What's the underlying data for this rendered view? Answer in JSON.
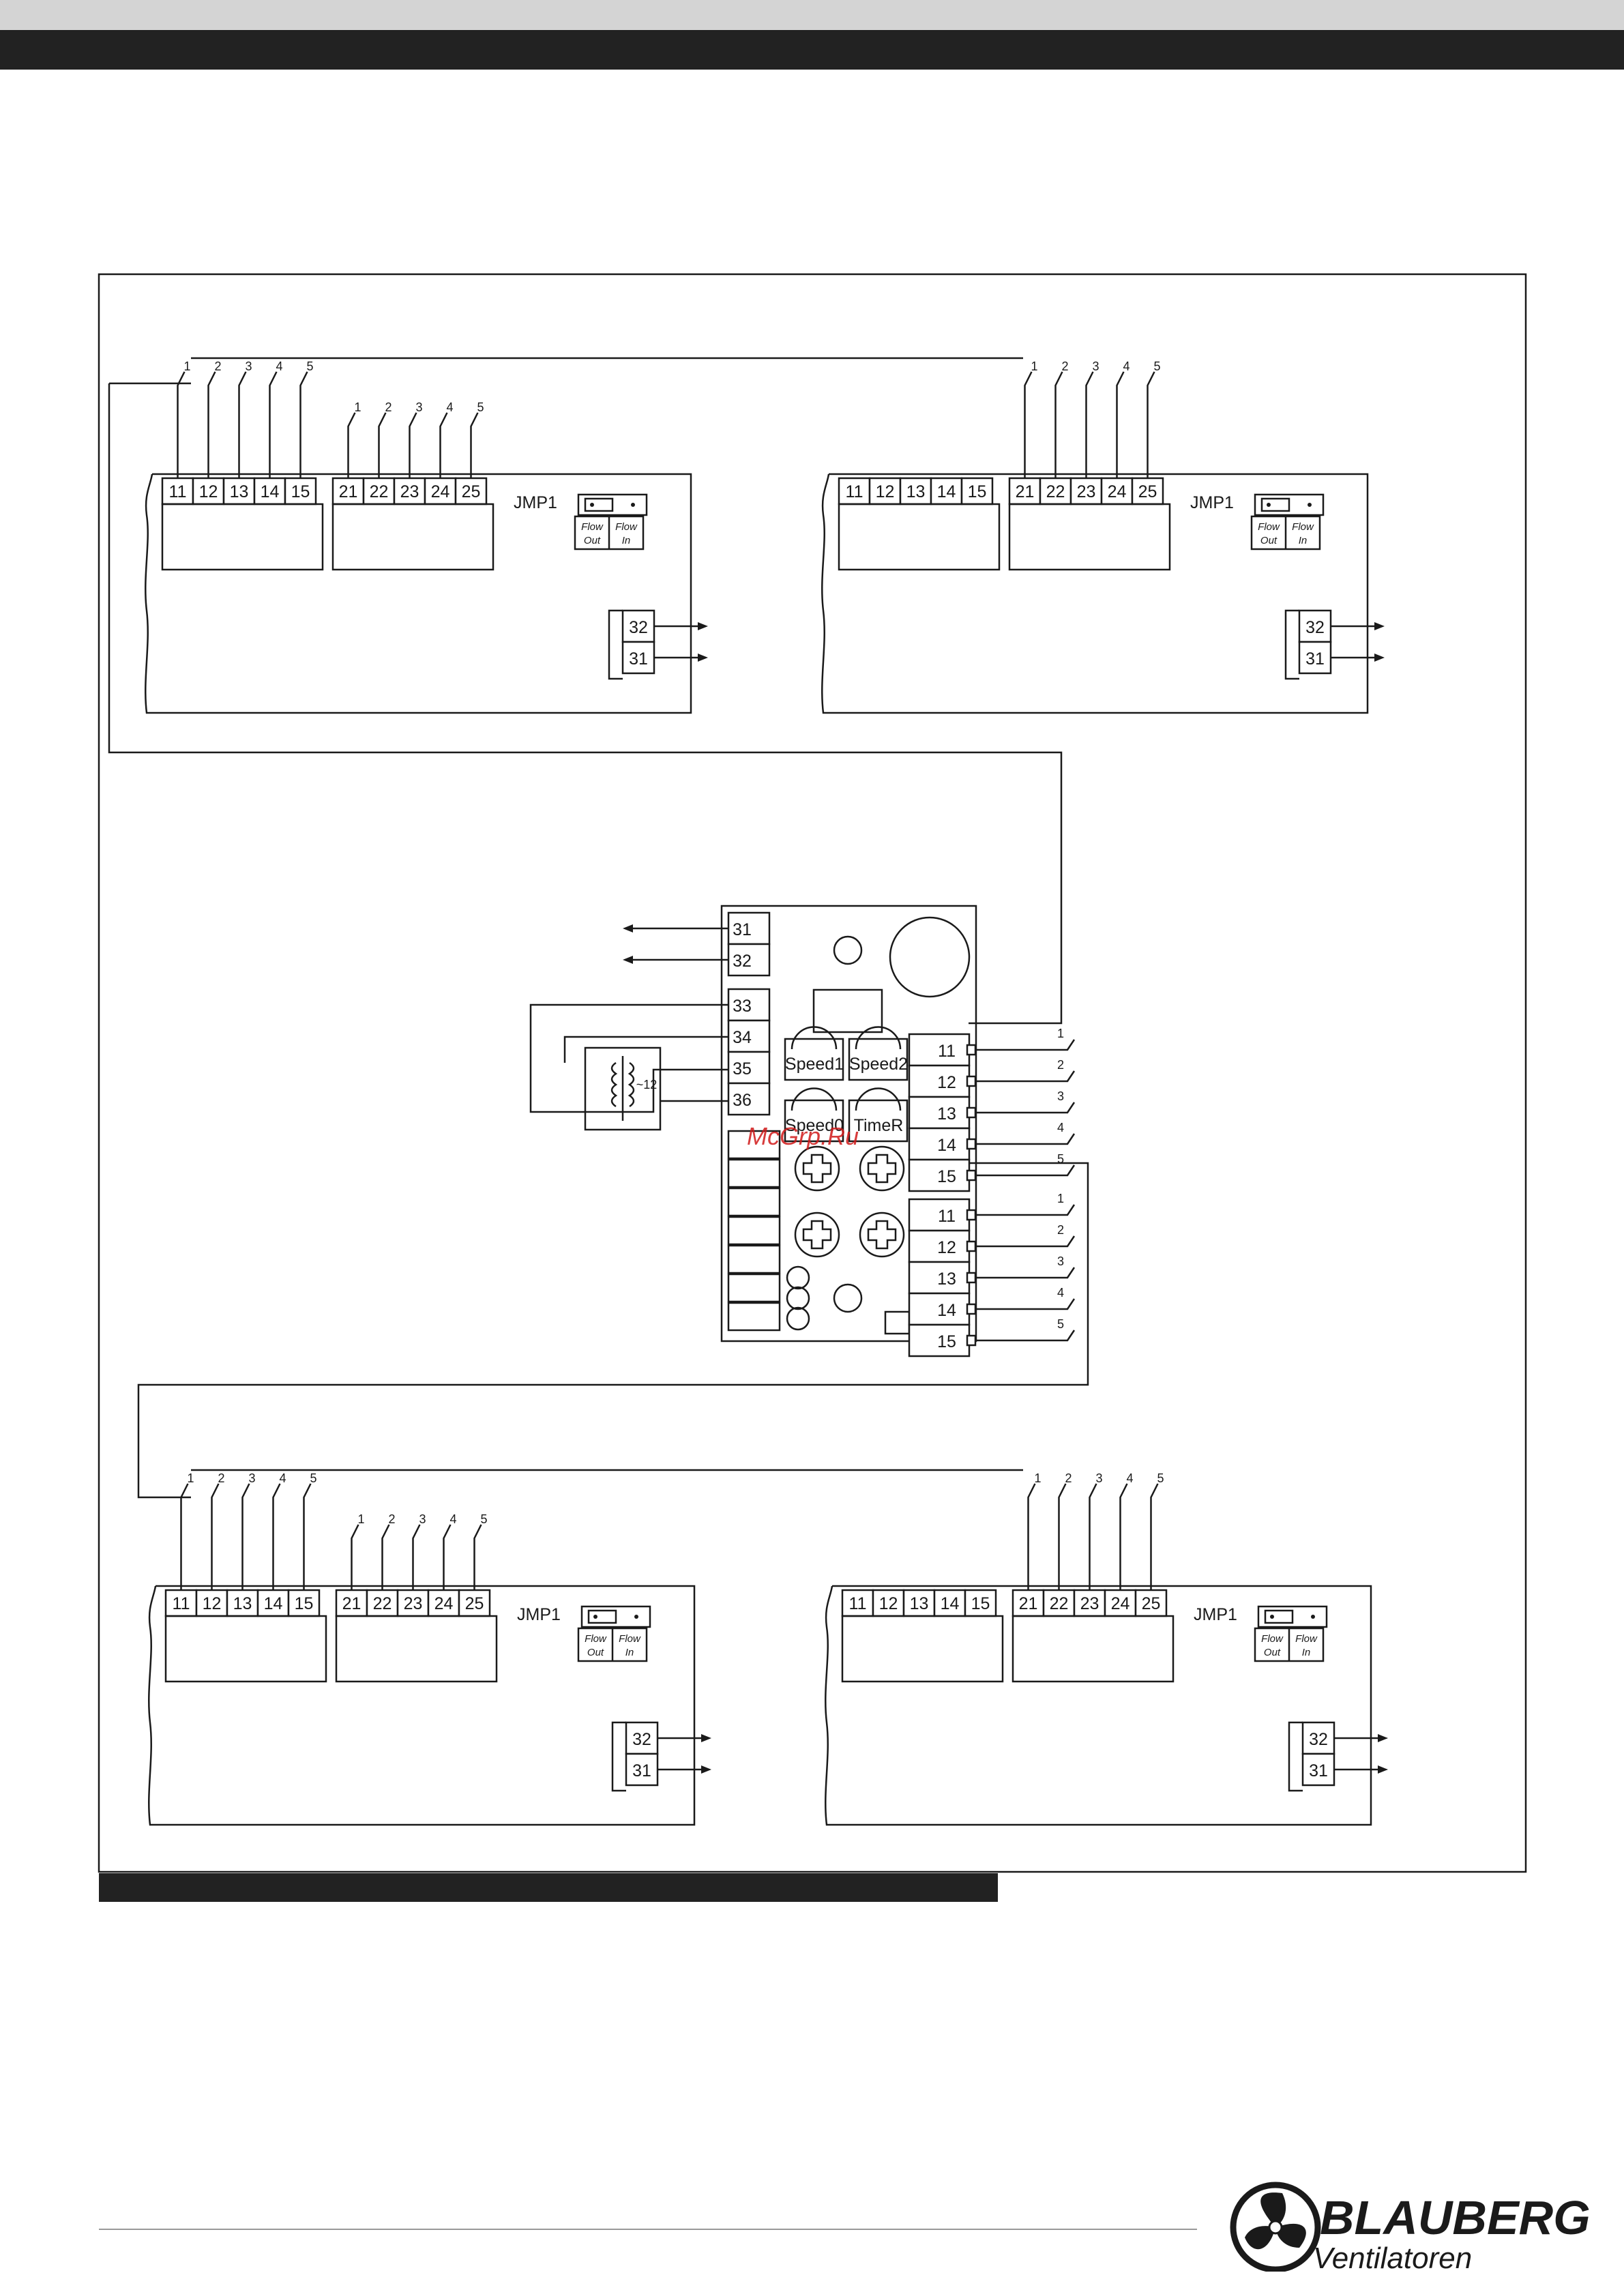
{
  "diagram": {
    "unit_tl": {
      "terminals_a": [
        "11",
        "12",
        "13",
        "14",
        "15"
      ],
      "terminals_b": [
        "21",
        "22",
        "23",
        "24",
        "25"
      ],
      "wires_a": [
        "1",
        "2",
        "3",
        "4",
        "5"
      ],
      "wires_b": [
        "1",
        "2",
        "3",
        "4",
        "5"
      ],
      "jumper_label": "JMP1",
      "jumper_options": [
        "Flow Out",
        "Flow In"
      ],
      "outputs": [
        "32",
        "31"
      ]
    },
    "unit_tr": {
      "terminals_a": [
        "11",
        "12",
        "13",
        "14",
        "15"
      ],
      "terminals_b": [
        "21",
        "22",
        "23",
        "24",
        "25"
      ],
      "wires_b": [
        "1",
        "2",
        "3",
        "4",
        "5"
      ],
      "jumper_label": "JMP1",
      "jumper_options": [
        "Flow Out",
        "Flow In"
      ],
      "outputs": [
        "32",
        "31"
      ]
    },
    "unit_bl": {
      "terminals_a": [
        "11",
        "12",
        "13",
        "14",
        "15"
      ],
      "terminals_b": [
        "21",
        "22",
        "23",
        "24",
        "25"
      ],
      "wires_a": [
        "1",
        "2",
        "3",
        "4",
        "5"
      ],
      "wires_b": [
        "1",
        "2",
        "3",
        "4",
        "5"
      ],
      "jumper_label": "JMP1",
      "jumper_options": [
        "Flow Out",
        "Flow In"
      ],
      "outputs": [
        "32",
        "31"
      ]
    },
    "unit_br": {
      "terminals_a": [
        "11",
        "12",
        "13",
        "14",
        "15"
      ],
      "terminals_b": [
        "21",
        "22",
        "23",
        "24",
        "25"
      ],
      "wires_b": [
        "1",
        "2",
        "3",
        "4",
        "5"
      ],
      "jumper_label": "JMP1",
      "jumper_options": [
        "Flow Out",
        "Flow In"
      ],
      "outputs": [
        "32",
        "31"
      ]
    },
    "controller": {
      "left_terminals_top": [
        "31",
        "32"
      ],
      "left_terminals_mid": [
        "33",
        "34",
        "35",
        "36"
      ],
      "transformer_label": "~12",
      "potentiometers": [
        "Speed1",
        "Speed2",
        "Speed0",
        "TimeR"
      ],
      "right_block_1": [
        "11",
        "12",
        "13",
        "14",
        "15"
      ],
      "right_block_2": [
        "11",
        "12",
        "13",
        "14",
        "15"
      ],
      "wire_labels_1": [
        "1",
        "2",
        "3",
        "4",
        "5"
      ],
      "wire_labels_2": [
        "1",
        "2",
        "3",
        "4",
        "5"
      ]
    },
    "watermark": "McGrp.Ru"
  },
  "footer": {
    "logo_name": "BLAUBERG",
    "logo_sub": "Ventilatoren",
    "logo_icon": "fan-icon"
  }
}
